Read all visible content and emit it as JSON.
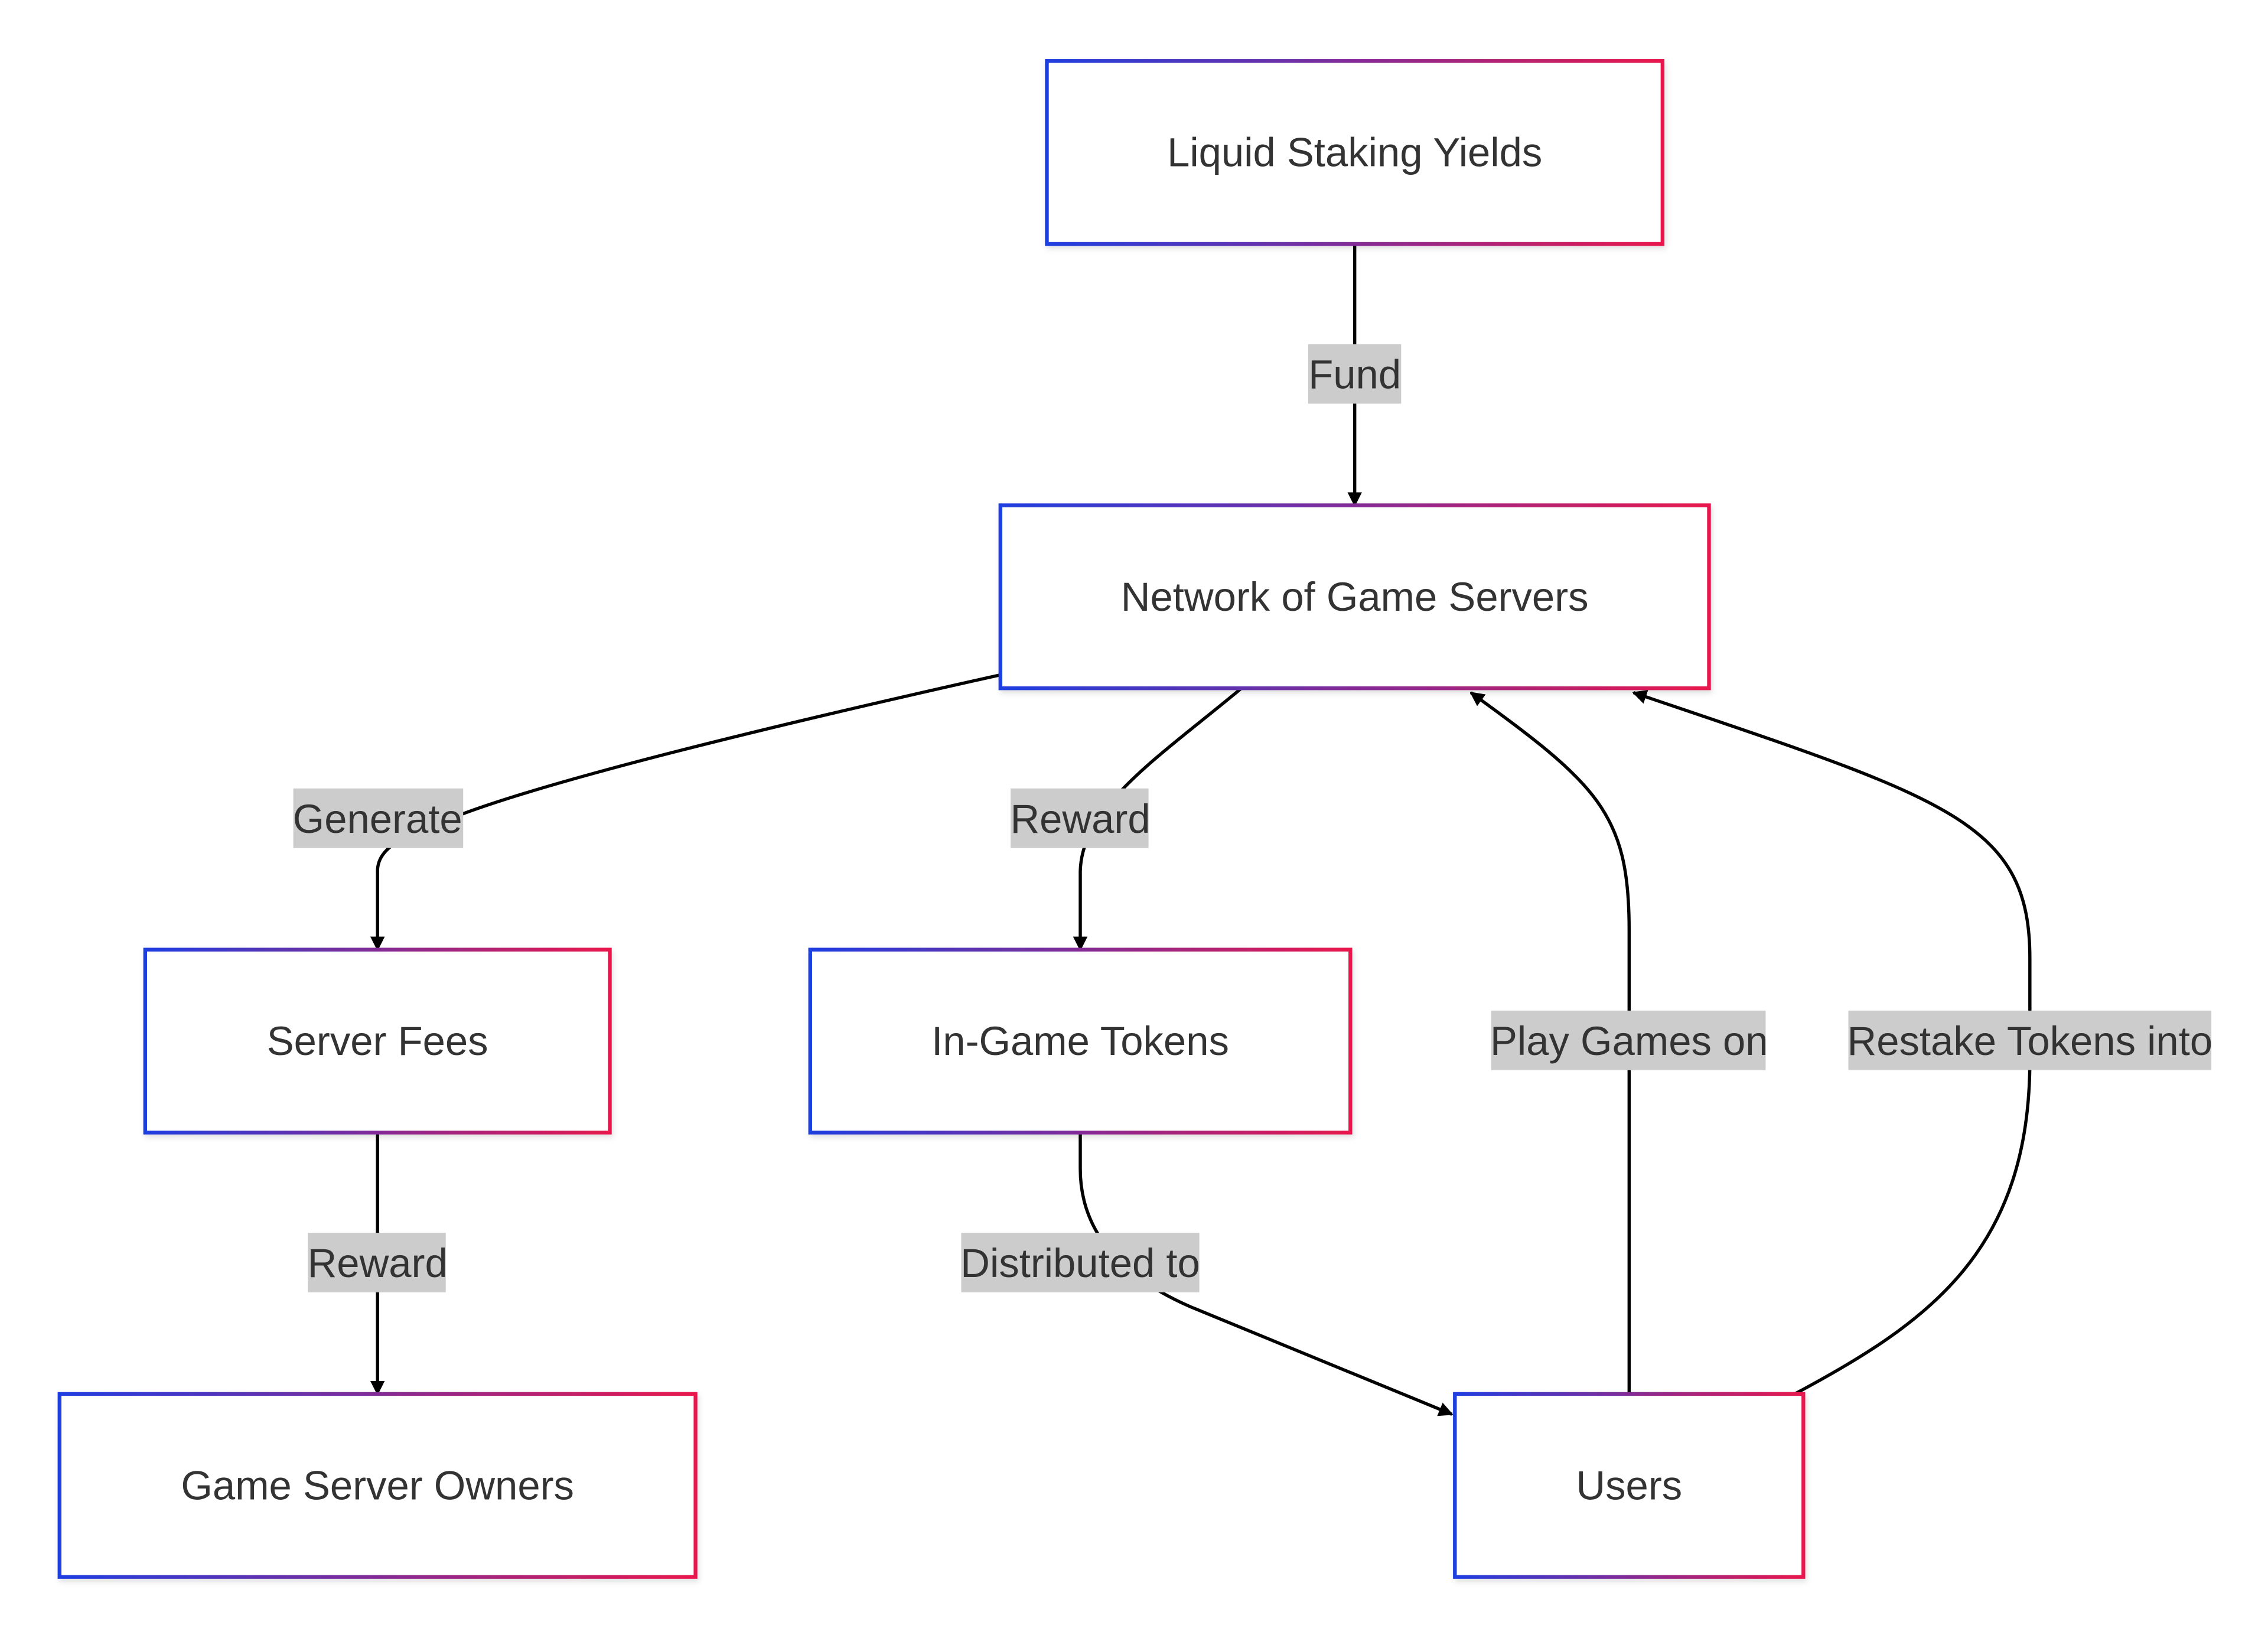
{
  "colors": {
    "node_border_start": "#1f3fe0",
    "node_border_end": "#e8194d",
    "edge": "#000000",
    "edge_label_bg": "#cccccc",
    "text": "#333333",
    "background": "#ffffff"
  },
  "nodes": {
    "liquid_staking_yields": "Liquid Staking Yields",
    "network_of_game_servers": "Network of Game Servers",
    "server_fees": "Server Fees",
    "in_game_tokens": "In-Game Tokens",
    "game_server_owners": "Game Server Owners",
    "users": "Users"
  },
  "edges": {
    "fund": "Fund",
    "generate": "Generate",
    "reward_tokens": "Reward",
    "reward_owners": "Reward",
    "distributed_to": "Distributed to",
    "play_games_on": "Play Games on",
    "restake_tokens_into": "Restake Tokens into"
  }
}
